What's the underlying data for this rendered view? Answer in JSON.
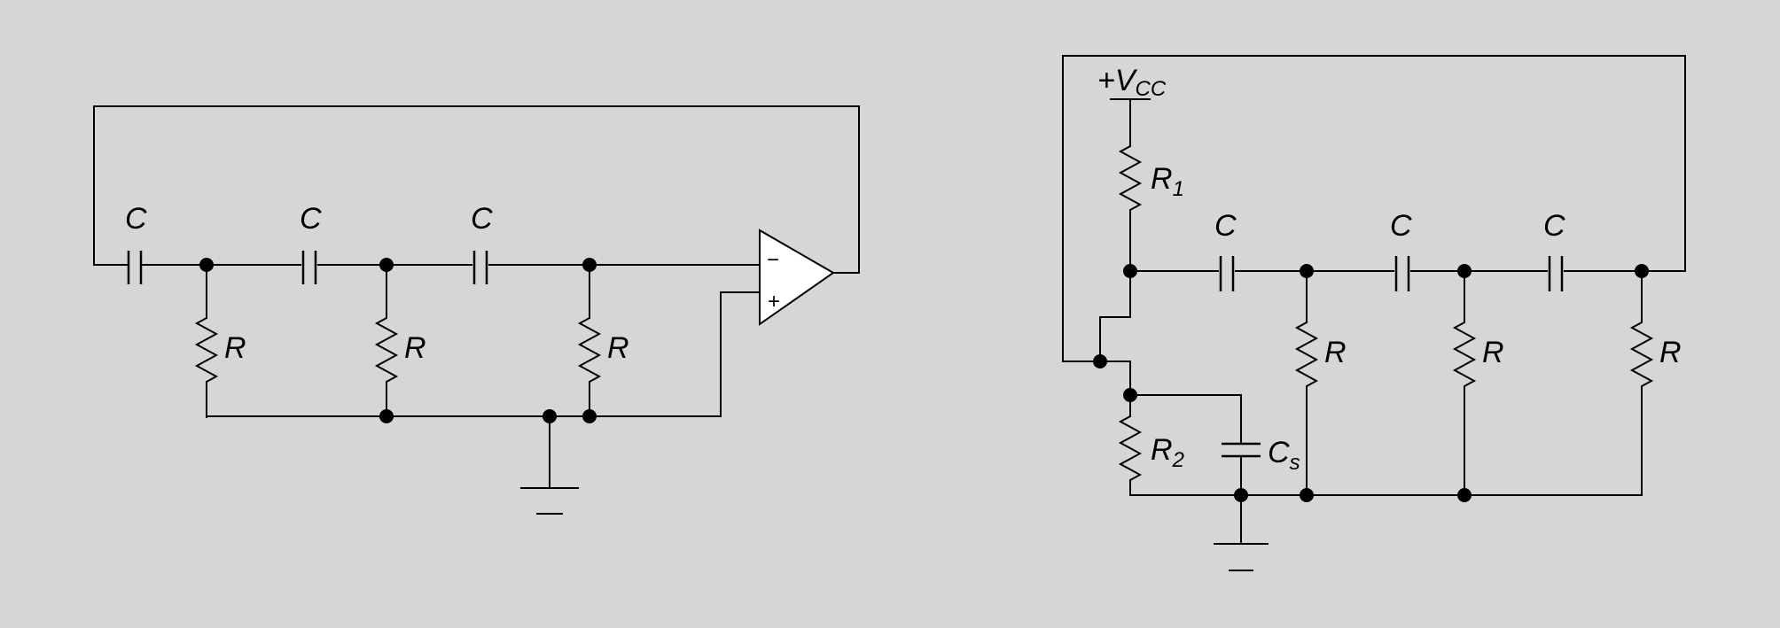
{
  "opamp_circuit": {
    "capacitor_labels": [
      "C",
      "C",
      "C"
    ],
    "resistor_labels": [
      "R",
      "R",
      "R"
    ],
    "opamp_inputs": {
      "inverting": "−",
      "noninverting": "+"
    }
  },
  "transistor_circuit": {
    "supply_label": {
      "prefix": "+V",
      "sub": "CC"
    },
    "r1": {
      "main": "R",
      "sub": "1"
    },
    "r2": {
      "main": "R",
      "sub": "2"
    },
    "cs": {
      "main": "C",
      "sub": "s"
    },
    "capacitor_labels": [
      "C",
      "C",
      "C"
    ],
    "resistor_labels": [
      "R",
      "R",
      "R"
    ]
  }
}
